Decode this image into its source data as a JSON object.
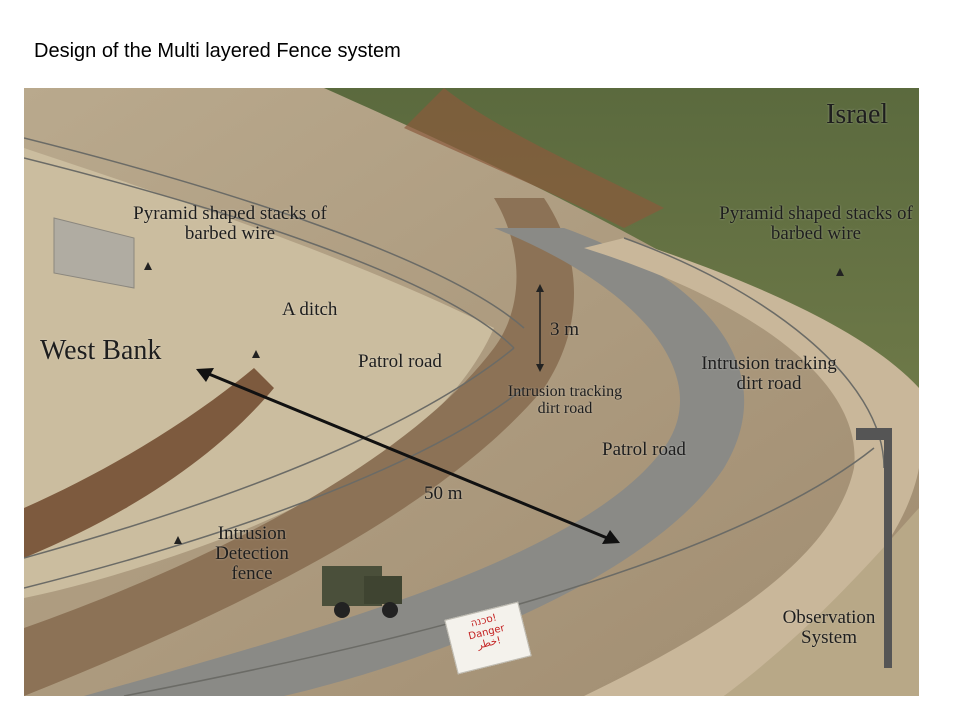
{
  "slide": {
    "title": "Design of the Multi layered Fence system"
  },
  "photo": {
    "labels": {
      "israel": "Israel",
      "west_bank": "West Bank",
      "pyramid_left_line1": "Pyramid shaped stacks of",
      "pyramid_left_line2": "barbed wire",
      "pyramid_right_line1": "Pyramid shaped stacks of",
      "pyramid_right_line2": "barbed wire",
      "ditch": "A ditch",
      "patrol_road_left": "Patrol road",
      "height": "3 m",
      "tracking_center_line1": "Intrusion tracking",
      "tracking_center_line2": "dirt road",
      "tracking_right_line1": "Intrusion tracking",
      "tracking_right_line2": "dirt road",
      "patrol_road_right": "Patrol road",
      "distance": "50 m",
      "detection_line1": "Intrusion",
      "detection_line2": "Detection",
      "detection_line3": "fence",
      "observation_line1": "Observation",
      "observation_line2": "System"
    },
    "sign": {
      "line1": "סכנה!",
      "line2": "Danger",
      "line3": "خطر!"
    }
  }
}
